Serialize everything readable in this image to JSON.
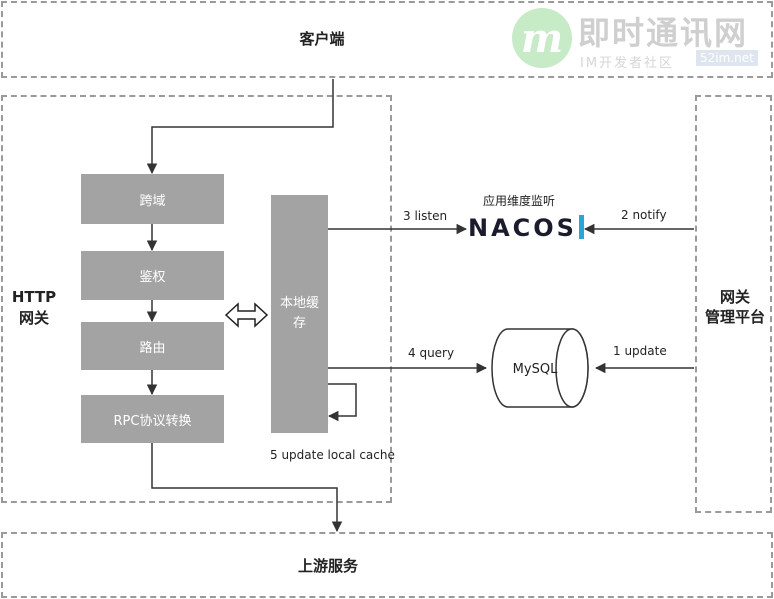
{
  "zones": {
    "client": "客户端",
    "gateway": [
      "HTTP",
      "网关"
    ],
    "admin": [
      "网关",
      "管理平台"
    ],
    "upstream": "上游服务"
  },
  "pipeline": [
    "跨域",
    "鉴权",
    "路由",
    "RPC协议转换"
  ],
  "cache": [
    "本地缓",
    "存"
  ],
  "nacos": {
    "caption": "应用维度监听",
    "logo_text": "NACOS"
  },
  "mysql": "MySQL",
  "edges": {
    "listen": "3 listen",
    "notify": "2 notify",
    "query": "4 query",
    "update": "1 update",
    "local_update": "5 update local cache"
  },
  "watermark": {
    "logo_letter": "m",
    "title": "即时通讯网",
    "subtitle": "IM开发者社区",
    "site": "52im.net"
  },
  "colors": {
    "box_fill": "#a3a3a3",
    "dash": "#9a9a9a",
    "line": "#333333",
    "nacos_accent": "#2aa6d6"
  }
}
